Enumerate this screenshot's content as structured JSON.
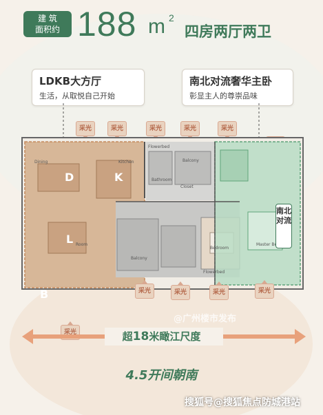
{
  "header": {
    "badge_line1": "建 筑",
    "badge_line2": "面积约",
    "area_value": "188",
    "area_unit": "m",
    "area_unit_sup": "2",
    "layout_type": "四房两厅两卫"
  },
  "callouts": {
    "ldkb_title": "LDKB大方厅",
    "ldkb_subtitle": "生活，从取悦自己开始",
    "master_title": "南北对流奢华主卧",
    "master_subtitle": "彰显主人的尊崇品味"
  },
  "sun_label": "采光",
  "floorplan": {
    "letter_d": "D",
    "letter_k": "K",
    "letter_l": "L",
    "letter_b": "B",
    "ns_label": "南北对流",
    "rooms": {
      "flowerbed": "Flowerbed",
      "balcony": "Balcony",
      "bathroom": "Bathroom",
      "closet": "Closet",
      "bedroom": "Bedroom",
      "master_bedroom": "Master Bedroom",
      "kitchen": "Kitchen",
      "dining": "Dining",
      "room": "Room",
      "balcony_bottom": "Balcony",
      "flowerbed_bottom": "Flowerbed"
    }
  },
  "bottom": {
    "view_prefix": "超",
    "view_number": "18",
    "view_suffix": "米瞰江尺度",
    "south_text": "4.5开间朝南"
  },
  "watermarks": {
    "mid": "@广州楼市发布",
    "bottom": "搜狐号@搜狐焦点防城港站"
  },
  "colors": {
    "brand_green": "#3f7a5a",
    "ldkb_fill": "#d4b08f",
    "master_fill": "#b9dcc4",
    "sun_fill": "#e9d3c0"
  }
}
